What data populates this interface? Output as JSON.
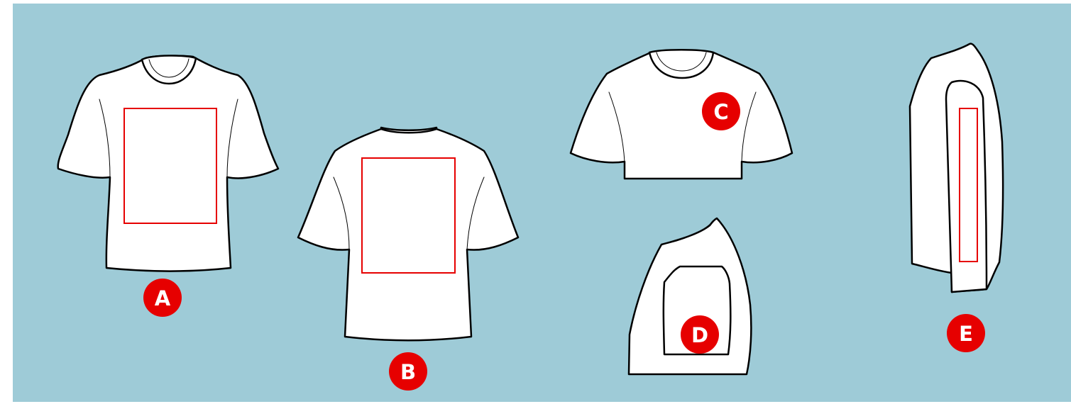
{
  "colors": {
    "background": "#9ecbd7",
    "badge": "#e60000",
    "print_area": "#e60000",
    "garment_fill": "#ffffff",
    "garment_outline": "#000000"
  },
  "placements": [
    {
      "id": "front",
      "label": "A",
      "view": "front-of-t-shirt",
      "icon": "t-shirt-front-icon"
    },
    {
      "id": "back",
      "label": "B",
      "view": "back-of-t-shirt",
      "icon": "t-shirt-back-icon"
    },
    {
      "id": "left-chest",
      "label": "C",
      "view": "upper-front-of-t-shirt",
      "icon": "t-shirt-chest-icon"
    },
    {
      "id": "short-sleeve",
      "label": "D",
      "view": "side-of-short-sleeve",
      "icon": "short-sleeve-icon"
    },
    {
      "id": "long-sleeve",
      "label": "E",
      "view": "side-of-long-sleeve",
      "icon": "long-sleeve-icon"
    }
  ]
}
